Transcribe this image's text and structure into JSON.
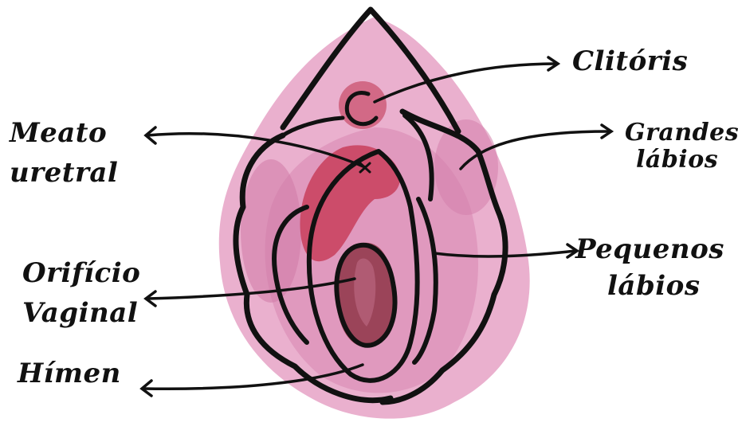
{
  "labels": {
    "clitoris": [
      "Clitóris"
    ],
    "grandes_labios": [
      "Grandes",
      "lábios"
    ],
    "meato_uretral": [
      "Meato",
      "uretral"
    ],
    "pequenos_labios": [
      "Pequenos",
      "lábios"
    ],
    "orificio_vaginal": [
      "Orifício",
      "Vaginal"
    ],
    "himen": [
      "Hímen"
    ]
  },
  "colors": {
    "outline": "#111111",
    "outer_fill": "#e6a2c6",
    "outer_fill_light": "#edb7d2",
    "inner_fill": "#d98bb4",
    "accent_red": "#c83e5c",
    "accent_dark": "#8e3548",
    "deep": "#a24760"
  }
}
